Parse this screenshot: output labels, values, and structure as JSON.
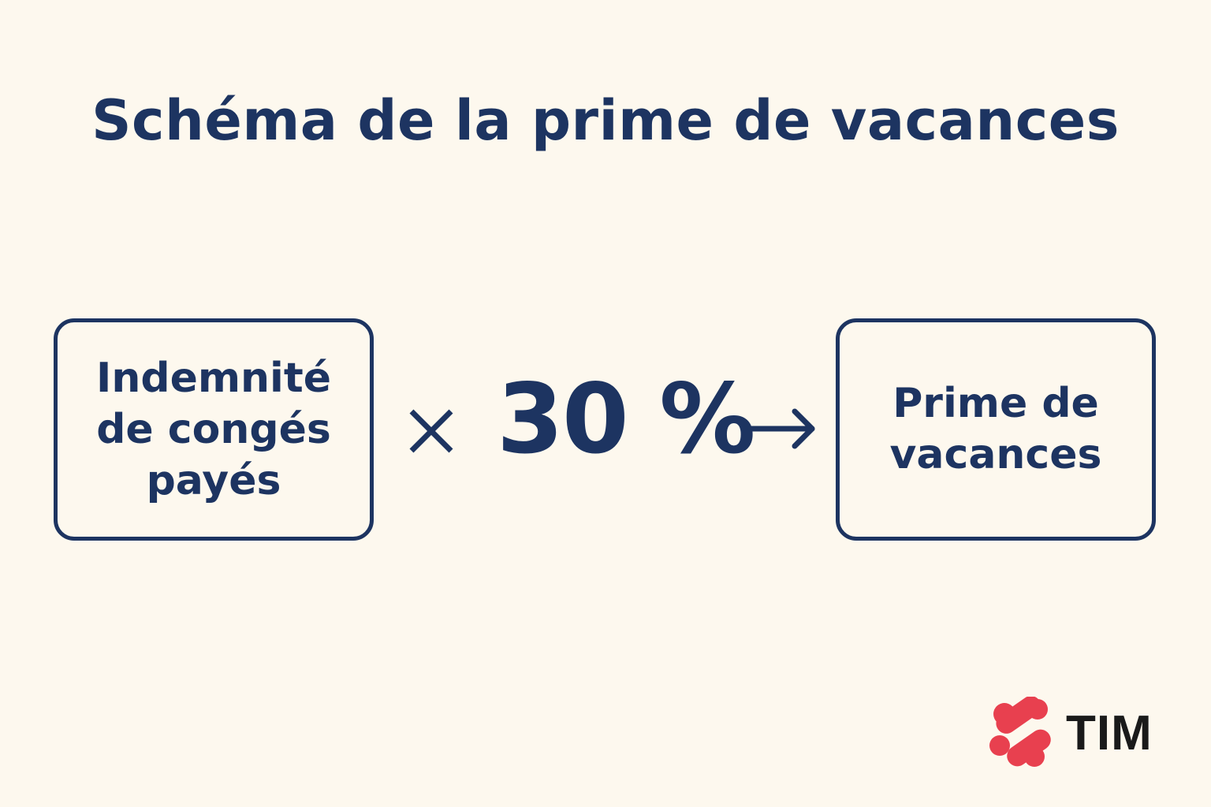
{
  "title": "Schéma de la prime de vacances",
  "left_box": {
    "label": "Indemnité\nde congés\npayés"
  },
  "operator": {
    "icon": "multiply-icon"
  },
  "factor": {
    "value": "30 %"
  },
  "result_arrow": {
    "icon": "arrow-right-icon"
  },
  "right_box": {
    "label": "Prime de\nvacances"
  },
  "logo": {
    "text": "TIM",
    "mark_color": "#e8404f"
  },
  "colors": {
    "background": "#fdf8ee",
    "primary": "#1d3461",
    "logo_text": "#1a1a1a"
  }
}
